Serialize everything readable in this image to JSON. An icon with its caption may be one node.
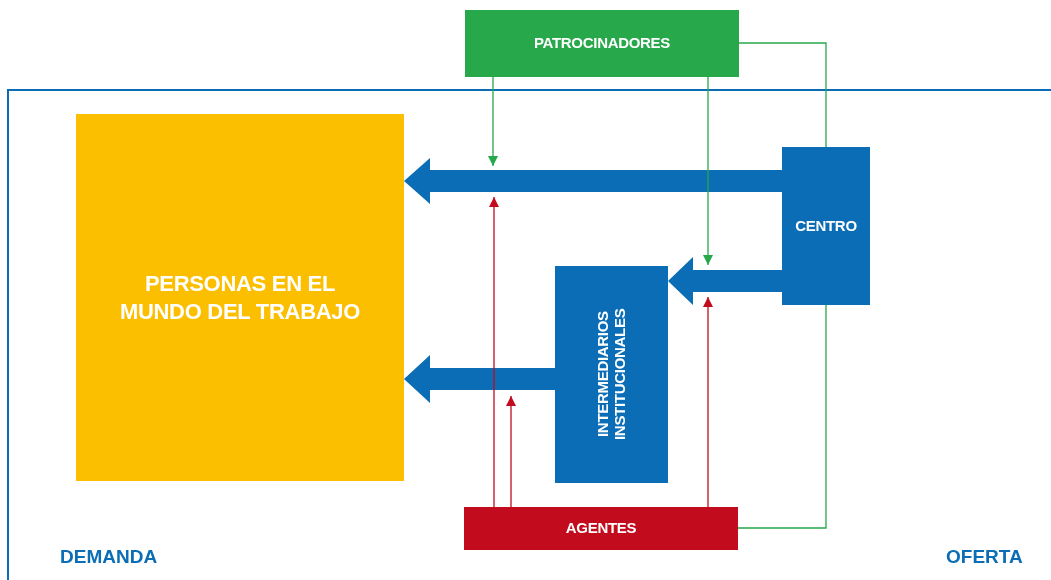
{
  "diagram": {
    "nodes": [
      {
        "text": [
          "PATROCINADORES"
        ]
      },
      {
        "text": [
          "PERSONAS EN EL MUNDO DEL TRABAJO"
        ]
      },
      {
        "text": [
          "CENTRO"
        ]
      },
      {
        "text": [
          "INTERMEDIARIOS INSTITUCIONALES"
        ]
      },
      {
        "text": [
          "AGENTES"
        ]
      }
    ],
    "edges": [
      {
        "from": 2,
        "to": 1,
        "arrow": "to",
        "style": "thick",
        "color": "#0a6db5"
      },
      {
        "from": 2,
        "to": 3,
        "arrow": "to",
        "style": "thick",
        "color": "#0a6db5"
      },
      {
        "from": 3,
        "to": 1,
        "arrow": "to",
        "style": "thick",
        "color": "#0a6db5"
      },
      {
        "from": 0,
        "to": null,
        "arrow": "to",
        "color": "#27a84a"
      },
      {
        "from": 0,
        "to": null,
        "arrow": "to",
        "color": "#27a84a"
      },
      {
        "from": 4,
        "to": null,
        "arrow": "to",
        "color": "#c20c1e"
      },
      {
        "from": 4,
        "to": null,
        "arrow": "to",
        "color": "#c20c1e"
      },
      {
        "from": 4,
        "to": null,
        "arrow": "to",
        "color": "#c20c1e"
      },
      {
        "from": 0,
        "to": 2,
        "arrow": "none",
        "color": "#27a84a"
      },
      {
        "from": 4,
        "to": 2,
        "arrow": "none",
        "color": "#27a84a"
      }
    ],
    "labels": [
      "DEMANDA",
      "OFERTA"
    ]
  }
}
